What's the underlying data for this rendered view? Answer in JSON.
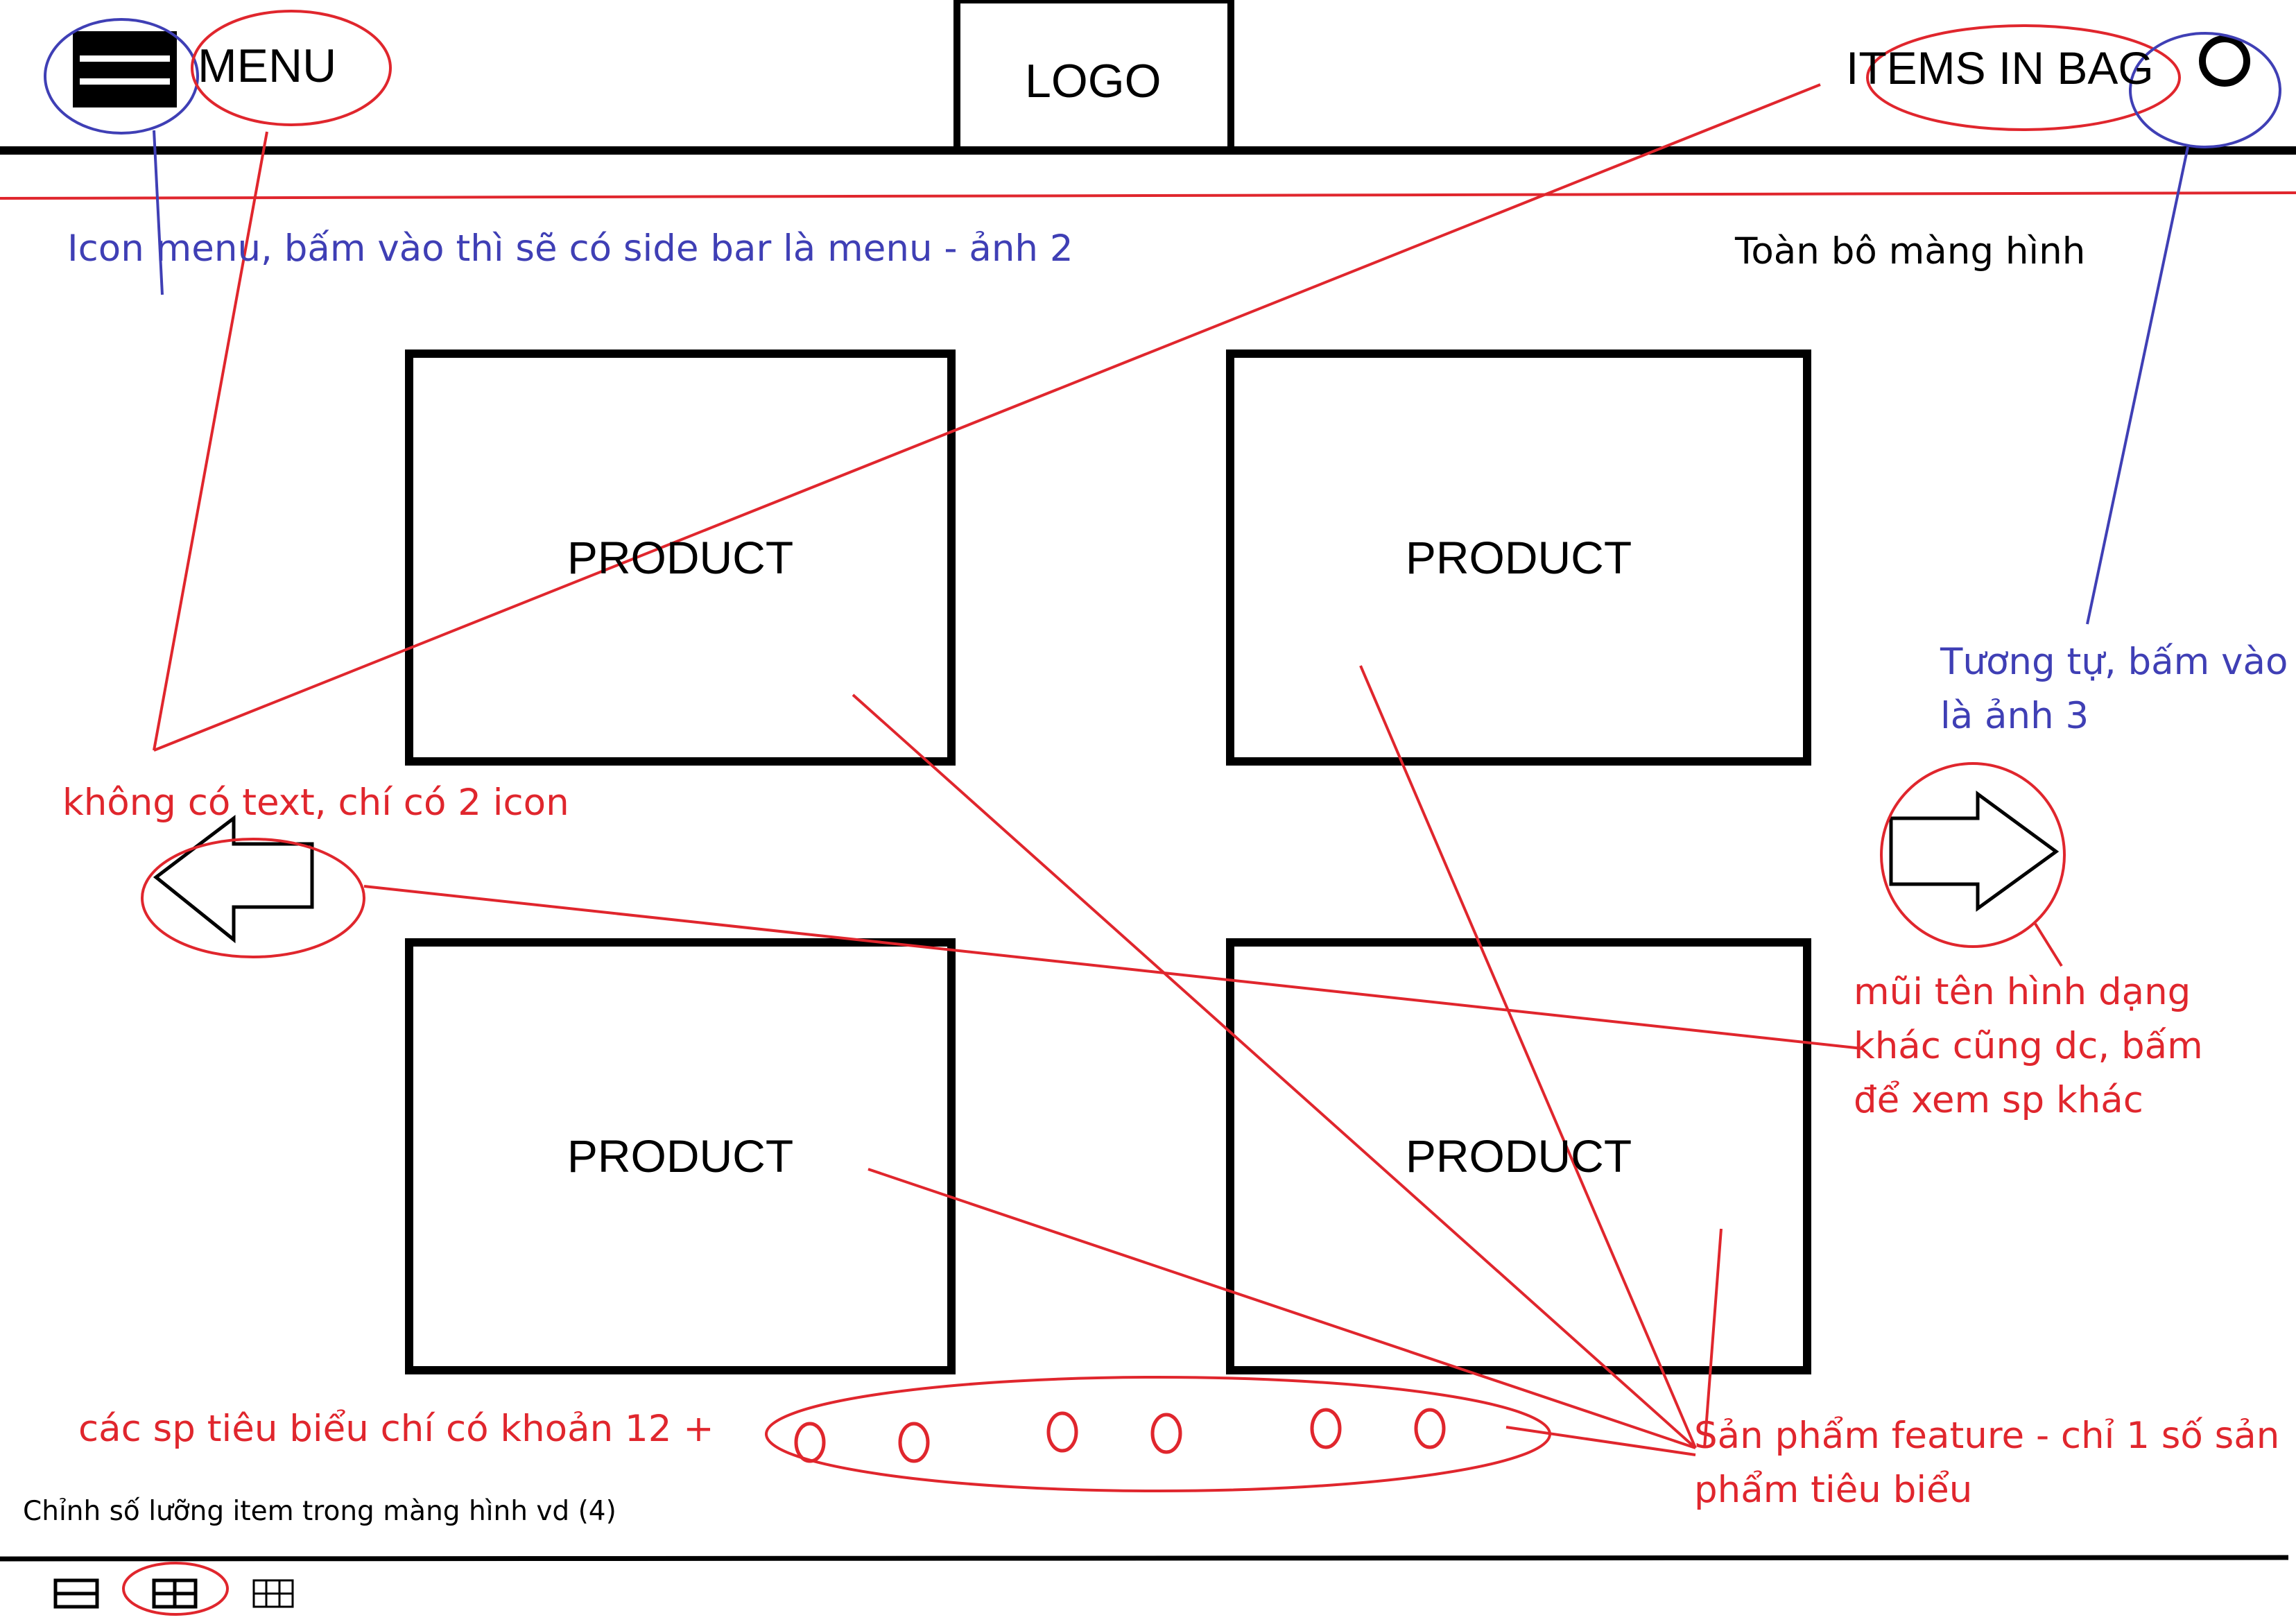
{
  "header": {
    "menu_label": "MENU",
    "logo_label": "LOGO",
    "bag_label": "ITEMS IN BAG"
  },
  "products": [
    "PRODUCT",
    "PRODUCT",
    "PRODUCT",
    "PRODUCT"
  ],
  "annotations": {
    "menu_icon_note": "Icon menu, bấm vào thì sẽ có side bar là menu - ảnh 2",
    "full_screen_note": "Toàn bô màng hình",
    "bag_note_line1": "Tương tự, bấm vào",
    "bag_note_line2": "là ảnh 3",
    "no_text_note": "không có text, chí có 2 icon",
    "arrow_note_line1": "mũi tên hình dạng",
    "arrow_note_line2": "khác cũng dc, bấm",
    "arrow_note_line3": "để xem sp khác",
    "featured_count_note": "các sp tiêu biểu chí có khoản 12 +",
    "feature_note_line1": "Sản phẩm feature - chỉ 1 số sản",
    "feature_note_line2": "phẩm tiêu biểu",
    "grid_count_note": "Chỉnh số lưỡng item trong màng hình vd (4)"
  },
  "colors": {
    "annotation_red": "#e0262d",
    "annotation_blue": "#3f3fb5",
    "wireframe_black": "#000000"
  },
  "icons": {
    "menu": "hamburger-icon",
    "bag": "bag-circle-icon",
    "prev": "arrow-left-icon",
    "next": "arrow-right-icon",
    "dots": "pagination-dot-icon",
    "layout_1": "layout-one-column-icon",
    "layout_2": "layout-two-column-icon",
    "layout_3": "layout-three-column-icon"
  }
}
